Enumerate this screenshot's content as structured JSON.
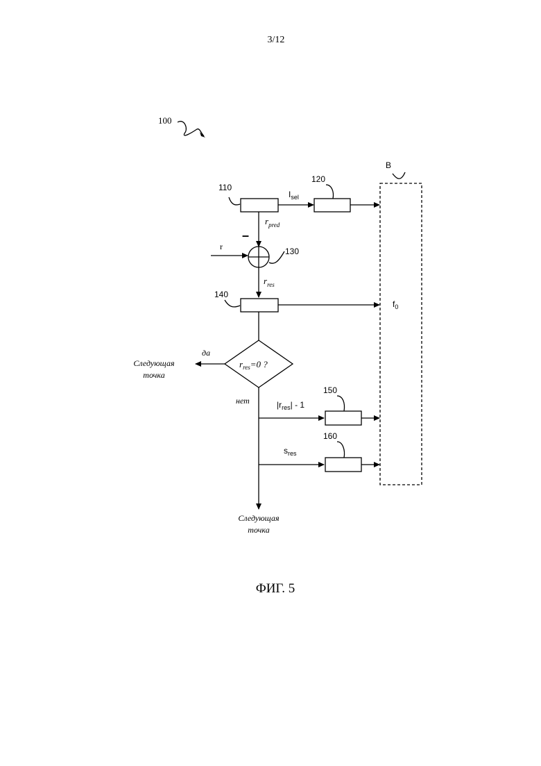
{
  "page_number": "3/12",
  "figure_caption": "ФИГ. 5",
  "diagram": {
    "ref_main": "100",
    "ref_110": "110",
    "ref_120": "120",
    "ref_130": "130",
    "ref_140": "140",
    "ref_150": "150",
    "ref_160": "160",
    "ref_B": "B",
    "label_isel_main": "I",
    "label_isel_sub": "sel",
    "label_rpred_main": "r",
    "label_rpred_sub": "pred",
    "label_minus": "–",
    "label_r": "r",
    "label_rres_main": "r",
    "label_rres_sub": "res",
    "label_f0_main": "f",
    "label_f0_sub": "0",
    "decision_main": "r",
    "decision_sub": "res",
    "decision_rest": "=0 ?",
    "label_yes": "да",
    "label_no": "нет",
    "next_point_left_1": "Следующая",
    "next_point_left_2": "точка",
    "next_point_bottom_1": "Следующая",
    "next_point_bottom_2": "точка",
    "label_abs_pre": "|r",
    "label_abs_sub": "res",
    "label_abs_post": "| - 1",
    "label_sres_main": "s",
    "label_sres_sub": "res"
  }
}
